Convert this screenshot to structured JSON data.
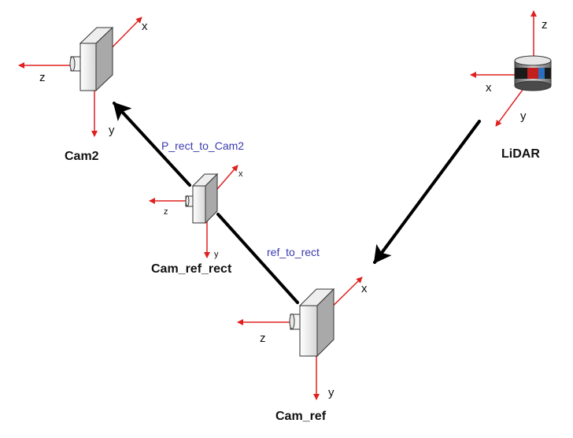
{
  "frames": {
    "cam2": {
      "title": "Cam2",
      "axes": {
        "x": "x",
        "y": "y",
        "z": "z"
      }
    },
    "cam_ref_rect": {
      "title": "Cam_ref_rect",
      "axes": {
        "x": "x",
        "y": "y",
        "z": "z"
      }
    },
    "cam_ref": {
      "title": "Cam_ref",
      "axes": {
        "x": "x",
        "y": "y",
        "z": "z"
      }
    },
    "lidar": {
      "title": "LiDAR",
      "axes": {
        "x": "x",
        "y": "y",
        "z": "z"
      }
    }
  },
  "transforms": {
    "rect_to_cam2": "P_rect_to_Cam2",
    "ref_to_rect": "ref_to_rect"
  },
  "colors": {
    "axis": "#e02020",
    "arrow": "#000000",
    "transform_label": "#3a3ab0"
  }
}
